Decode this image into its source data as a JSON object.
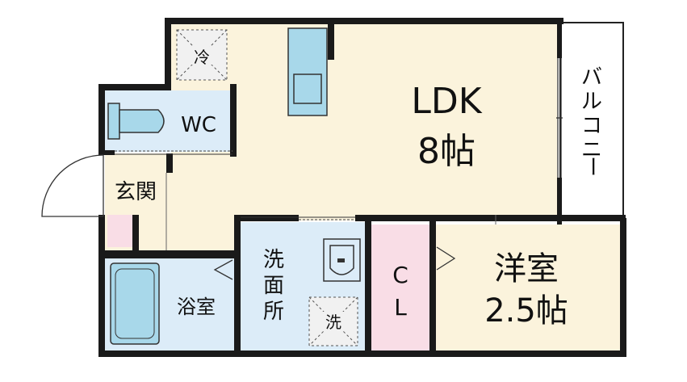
{
  "rooms": {
    "ldk": {
      "name": "LDK",
      "size": "8帖"
    },
    "western": {
      "name": "洋室",
      "size": "2.5帖"
    },
    "wc": {
      "name": "WC"
    },
    "entrance": {
      "name": "玄関"
    },
    "bath": {
      "name": "浴室"
    },
    "washroom": {
      "chars": [
        "洗",
        "面",
        "所"
      ]
    },
    "closet": {
      "chars": [
        "C",
        "L"
      ]
    },
    "balcony": {
      "chars": [
        "バ",
        "ル",
        "コ",
        "ニ",
        "ー"
      ]
    }
  },
  "appliances": {
    "fridge": "冷",
    "washer": "洗"
  },
  "colors": {
    "ldk_floor": "#fbf3dc",
    "wet_floor": "#dcecf8",
    "closet_floor": "#f9dde6",
    "wall": "#1a1a1a",
    "fixture": "#a8d8ea"
  }
}
